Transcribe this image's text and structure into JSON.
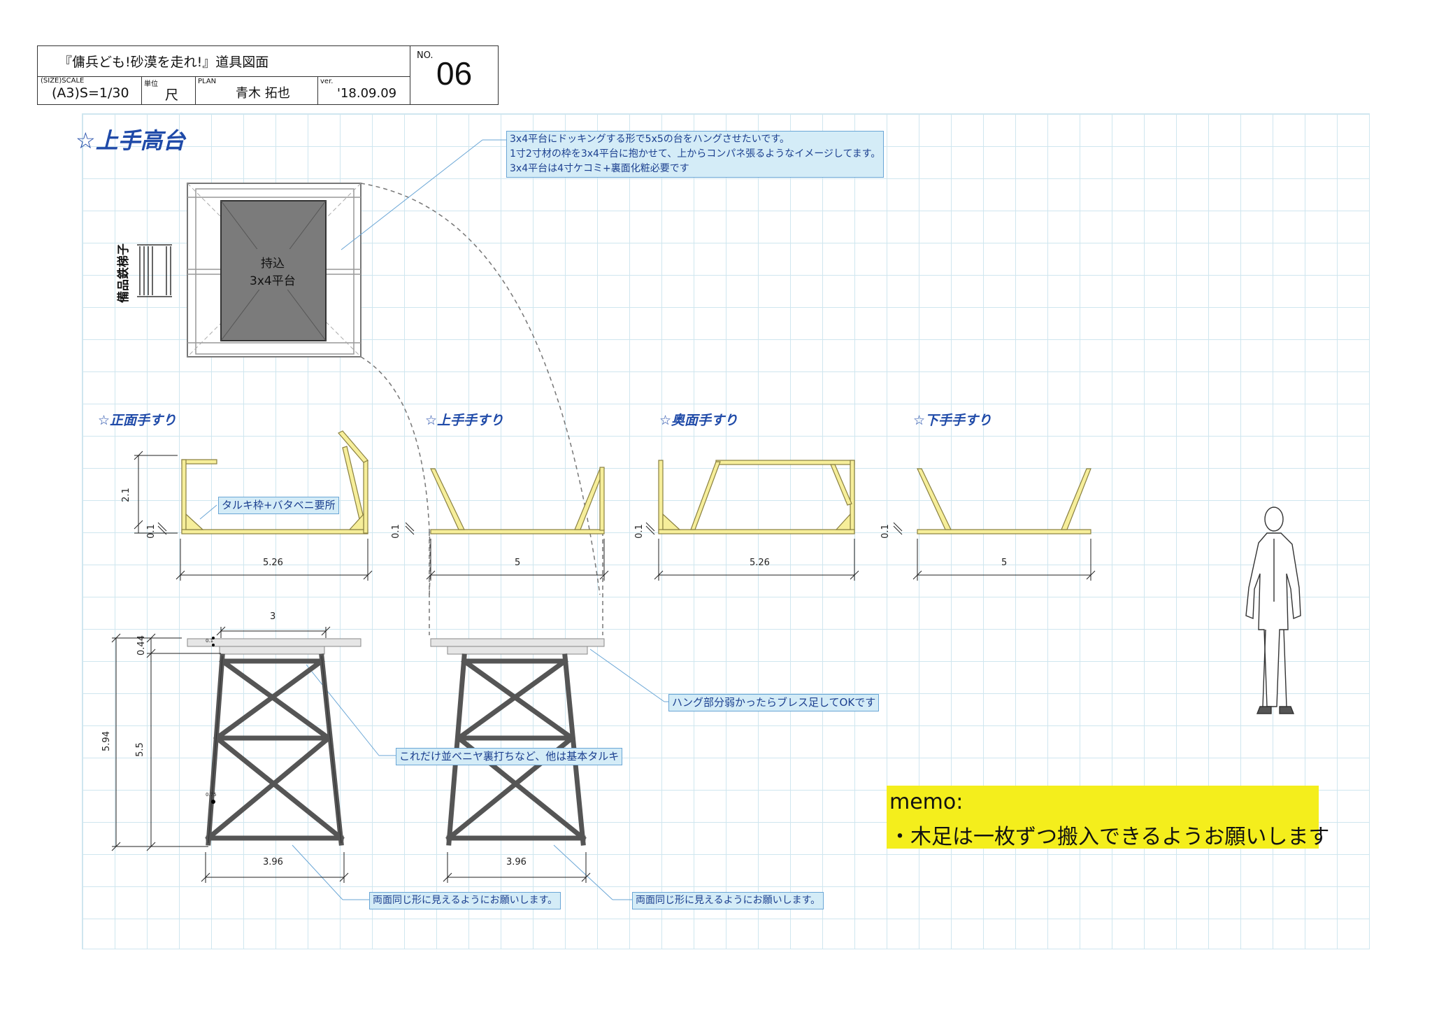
{
  "title_block": {
    "title": "『傭兵ども!砂漠を走れ!』道具図面",
    "no_label": "NO.",
    "no_value": "06",
    "size_label": "(SIZE)SCALE",
    "size_value": "(A3)S=1/30",
    "unit_label": "単位",
    "unit_value": "尺",
    "plan_label": "PLAN",
    "plan_value": "青木 拓也",
    "ver_label": "ver.",
    "ver_value": "'18.09.09"
  },
  "heading": "☆上手高台",
  "plan_view": {
    "platform_label_1": "持込",
    "platform_label_2": "3x4平台",
    "ladder_label": "備品鉄梯子"
  },
  "notes": {
    "top_1": "3x4平台にドッキングする形で5x5の台をハングさせたいです。",
    "top_2": "1寸2寸材の枠を3x4平台に抱かせて、上からコンパネ張るようなイメージしてます。",
    "top_3": "3x4平台は4寸ケコミ+裏面化粧必要です",
    "taruki": "タルキ枠+バタベニ要所",
    "hang": "ハング部分弱かったらブレス足してOKです",
    "veneer": "これだけ並ベニヤ裏打ちなど、他は基本タルキ",
    "same_1": "両面同じ形に見えるようにお願いします。",
    "same_2": "両面同じ形に見えるようにお願いします。"
  },
  "sections": {
    "front": "☆正面手すり",
    "kami": "☆上手手すり",
    "back": "☆奥面手すり",
    "shimo": "☆下手手すり"
  },
  "dims": {
    "front_h": "2.1",
    "front_base": "0.1",
    "front_w": "5.26",
    "kami_base": "0.1",
    "kami_w": "5",
    "back_base": "0.1",
    "back_w": "5.26",
    "shimo_base": "0.1",
    "shimo_w": "5",
    "top_w": "3",
    "top_h": "0.44",
    "small_a": "0.1",
    "small_b": "0.75",
    "total_h": "5.94",
    "leg_h": "5.5",
    "base_w_1": "3.96",
    "base_w_2": "3.96"
  },
  "memo": {
    "line1": "memo:",
    "line2": "・木足は一枚ずつ搬入できるようお願いします"
  },
  "colors": {
    "grid": "#cfe6ef",
    "rail": "#f6ee9a",
    "steel": "#5a5a5a",
    "callout_bg": "#d4ecf7",
    "memo_bg": "#f4ee1c",
    "heading": "#1f4aa8"
  }
}
